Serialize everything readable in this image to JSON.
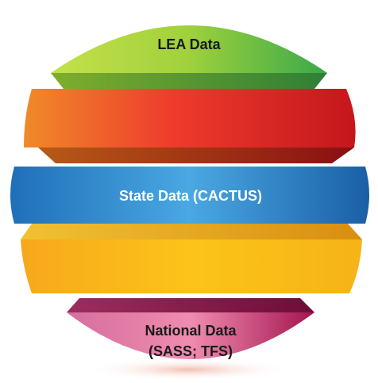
{
  "layers": {
    "top": {
      "label": "LEA Data"
    },
    "middle": {
      "label": "State Data (CACTUS)"
    },
    "bottom": {
      "line1": "National Data",
      "line2": "(SASS; TFS)"
    }
  }
}
